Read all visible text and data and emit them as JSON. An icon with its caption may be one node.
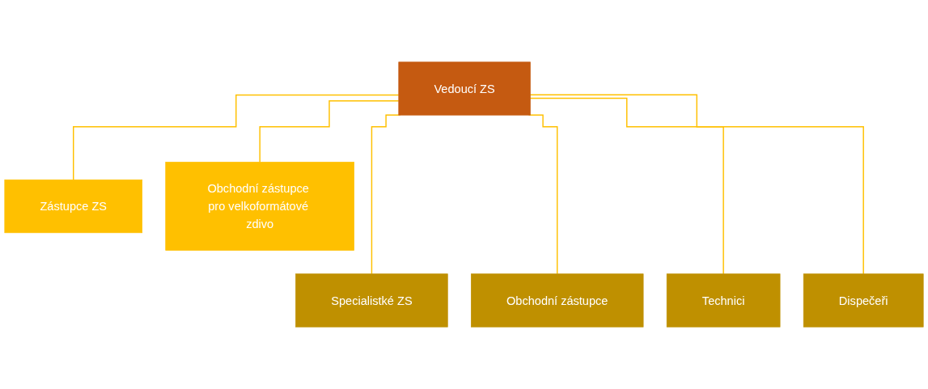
{
  "diagram": {
    "nodes": [
      {
        "text": [
          "Vedoucí ZS"
        ]
      },
      {
        "text": [
          "Zástupce ZS"
        ]
      },
      {
        "text": [
          "Obchodní zástupce pro velkoformátové zdivo"
        ]
      },
      {
        "text": [
          "Specialistké ZS"
        ]
      },
      {
        "text": [
          "Obchodní zástupce"
        ]
      },
      {
        "text": [
          "Technici"
        ]
      },
      {
        "text": [
          "Dispečeři"
        ]
      }
    ],
    "edges": [
      {
        "from": 0,
        "to": 1,
        "arrow": "none"
      },
      {
        "from": 0,
        "to": 2,
        "arrow": "none"
      },
      {
        "from": 0,
        "to": 3,
        "arrow": "none"
      },
      {
        "from": 0,
        "to": 4,
        "arrow": "none"
      },
      {
        "from": 0,
        "to": 5,
        "arrow": "none"
      },
      {
        "from": 0,
        "to": 6,
        "arrow": "none"
      }
    ]
  }
}
